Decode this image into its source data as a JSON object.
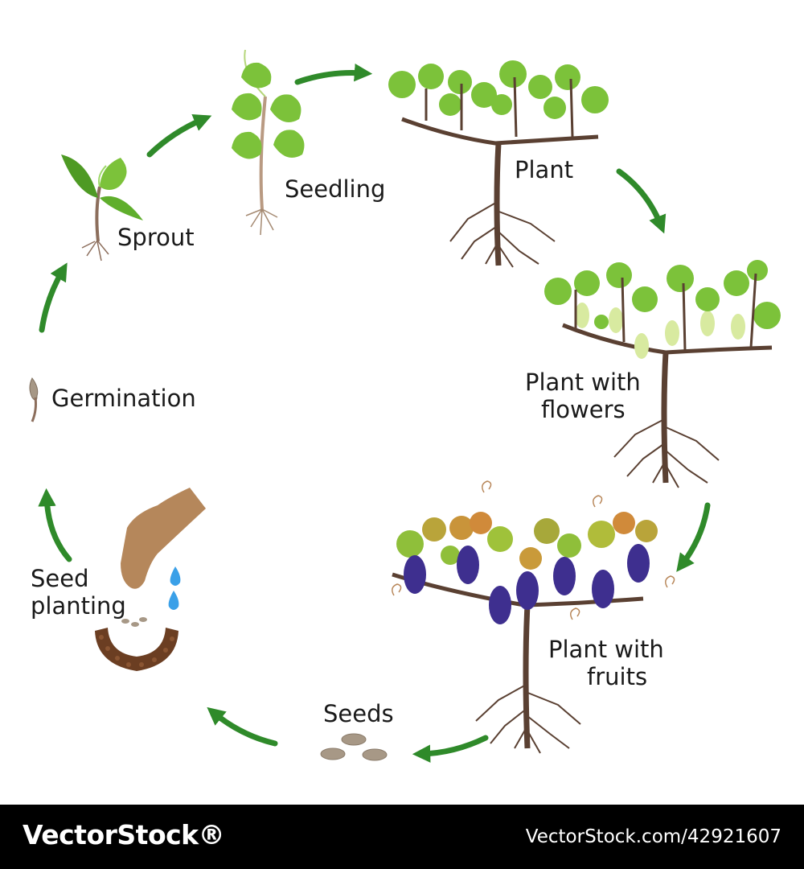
{
  "stages": {
    "germination": "Germination",
    "sprout": "Sprout",
    "seedling": "Seedling",
    "plant": "Plant",
    "flowers_1": "Plant with",
    "flowers_2": "flowers",
    "fruits_1": "Plant with",
    "fruits_2": "fruits",
    "seeds": "Seeds",
    "planting_1": "Seed",
    "planting_2": "planting"
  },
  "footer": {
    "brand": "VectorStock®",
    "stock_id": "VectorStock.com/42921607"
  },
  "colors": {
    "arrow": "#2f8a2a",
    "leaf": "#7cc23a",
    "leaf_dark": "#4e9a24",
    "trunk": "#5a4032",
    "grape": "#3e2f8f",
    "soil": "#6b3e22",
    "water": "#3aa0e8",
    "hand": "#b5875b",
    "seed": "#a79886"
  }
}
